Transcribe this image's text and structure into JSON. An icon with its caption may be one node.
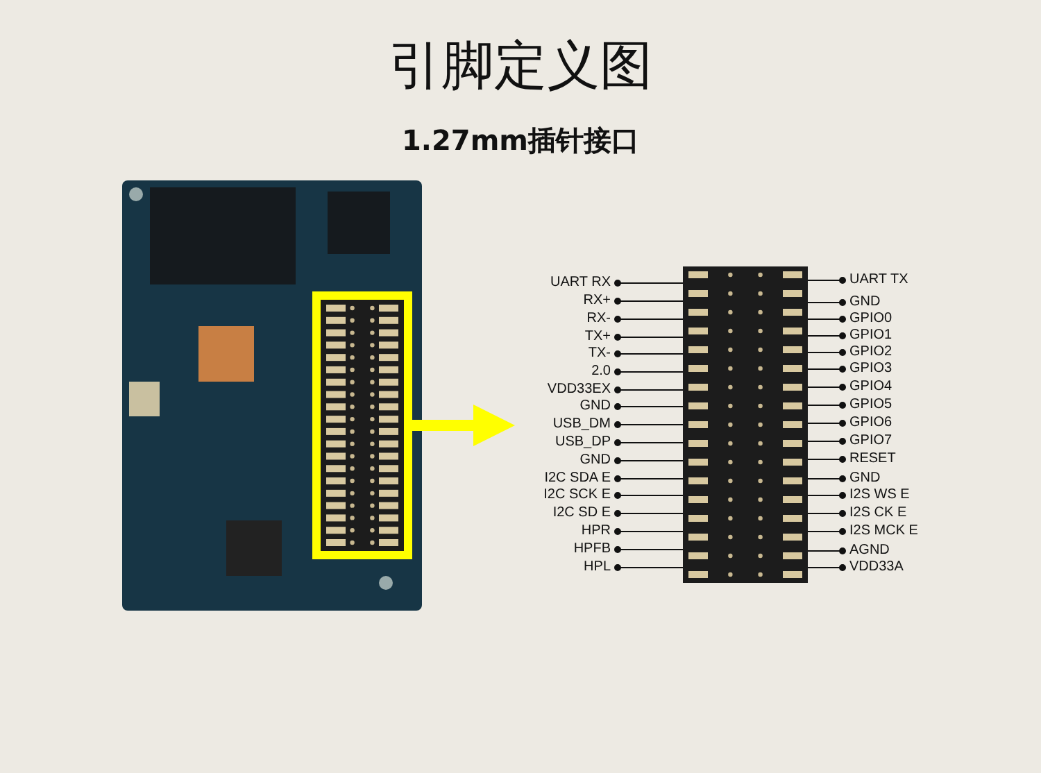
{
  "diagram": {
    "title": "引脚定义图",
    "nodes": [
      {
        "text": [],
        "shape": "picture"
      },
      {
        "text": [],
        "shape": "box",
        "in": 0
      },
      {
        "text": [],
        "shape": "picture"
      },
      {
        "text": [
          "UART  RX"
        ]
      },
      {
        "text": [
          "RX+"
        ]
      },
      {
        "text": [
          "RX-"
        ]
      },
      {
        "text": [
          "TX+"
        ]
      },
      {
        "text": [
          "TX-"
        ]
      },
      {
        "text": [
          "2.0"
        ]
      },
      {
        "text": [
          "VDD33EX"
        ]
      },
      {
        "text": [
          "GND"
        ]
      },
      {
        "text": [
          "USB_DM"
        ]
      },
      {
        "text": [
          "USB_DP"
        ]
      },
      {
        "text": [
          "GND"
        ]
      },
      {
        "text": [
          "I2C  SDA  E"
        ]
      },
      {
        "text": [
          "I2C  SCK  E"
        ]
      },
      {
        "text": [
          "I2C  SD  E"
        ]
      },
      {
        "text": [
          "HPR"
        ]
      },
      {
        "text": [
          "HPFB"
        ]
      },
      {
        "text": [
          "HPL"
        ]
      },
      {
        "text": [
          "UART  TX"
        ]
      },
      {
        "text": [
          "GND"
        ]
      },
      {
        "text": [
          "GPIO0"
        ]
      },
      {
        "text": [
          "GPIO1"
        ]
      },
      {
        "text": [
          "GPIO2"
        ]
      },
      {
        "text": [
          "GPIO3"
        ]
      },
      {
        "text": [
          "GPIO4"
        ]
      },
      {
        "text": [
          "GPIO5"
        ]
      },
      {
        "text": [
          "GPIO6"
        ]
      },
      {
        "text": [
          "GPIO7"
        ]
      },
      {
        "text": [
          "RESET"
        ]
      },
      {
        "text": [
          "GND"
        ]
      },
      {
        "text": [
          "I2S WS E"
        ]
      },
      {
        "text": [
          "I2S CK E"
        ]
      },
      {
        "text": [
          "I2S MCK E"
        ]
      },
      {
        "text": [
          "AGND"
        ]
      },
      {
        "text": [
          "VDD33A"
        ]
      }
    ],
    "edges": [
      {
        "from": 1,
        "to": null,
        "arrow": "to",
        "style": "thick",
        "color": "#ffff00"
      },
      {
        "from": 3,
        "to": 2,
        "arrow": "other"
      },
      {
        "from": 4,
        "to": 2,
        "arrow": "other"
      },
      {
        "from": 5,
        "to": 2,
        "arrow": "other"
      },
      {
        "from": 6,
        "to": 2,
        "arrow": "other"
      },
      {
        "from": 7,
        "to": 2,
        "arrow": "other"
      },
      {
        "from": 8,
        "to": 2,
        "arrow": "other"
      },
      {
        "from": 9,
        "to": 2,
        "arrow": "other"
      },
      {
        "from": 10,
        "to": 2,
        "arrow": "other"
      },
      {
        "from": 11,
        "to": 2,
        "arrow": "other"
      },
      {
        "from": 12,
        "to": 2,
        "arrow": "other"
      },
      {
        "from": 13,
        "to": 2,
        "arrow": "other"
      },
      {
        "from": 14,
        "to": 2,
        "arrow": "other"
      },
      {
        "from": 15,
        "to": 2,
        "arrow": "other"
      },
      {
        "from": 16,
        "to": 2,
        "arrow": "other"
      },
      {
        "from": 17,
        "to": 2,
        "arrow": "other"
      },
      {
        "from": 18,
        "to": 2,
        "arrow": "other"
      },
      {
        "from": 19,
        "to": 2,
        "arrow": "other"
      },
      {
        "from": 20,
        "to": 2,
        "arrow": "other"
      },
      {
        "from": 21,
        "to": 2,
        "arrow": "other"
      },
      {
        "from": 22,
        "to": 2,
        "arrow": "other"
      },
      {
        "from": 23,
        "to": 2,
        "arrow": "other"
      },
      {
        "from": 24,
        "to": 2,
        "arrow": "other"
      },
      {
        "from": 25,
        "to": 2,
        "arrow": "other"
      },
      {
        "from": 26,
        "to": 2,
        "arrow": "other"
      },
      {
        "from": 27,
        "to": 2,
        "arrow": "other"
      },
      {
        "from": 28,
        "to": 2,
        "arrow": "other"
      },
      {
        "from": 29,
        "to": 2,
        "arrow": "other"
      },
      {
        "from": 30,
        "to": 2,
        "arrow": "other"
      },
      {
        "from": 31,
        "to": 2,
        "arrow": "other"
      },
      {
        "from": 32,
        "to": 2,
        "arrow": "other"
      },
      {
        "from": 33,
        "to": 2,
        "arrow": "other"
      },
      {
        "from": 34,
        "to": 2,
        "arrow": "other"
      },
      {
        "from": 35,
        "to": 2,
        "arrow": "other"
      },
      {
        "from": 36,
        "to": 2,
        "arrow": "other"
      }
    ],
    "labels": [
      "1.27mm插针接口"
    ]
  }
}
